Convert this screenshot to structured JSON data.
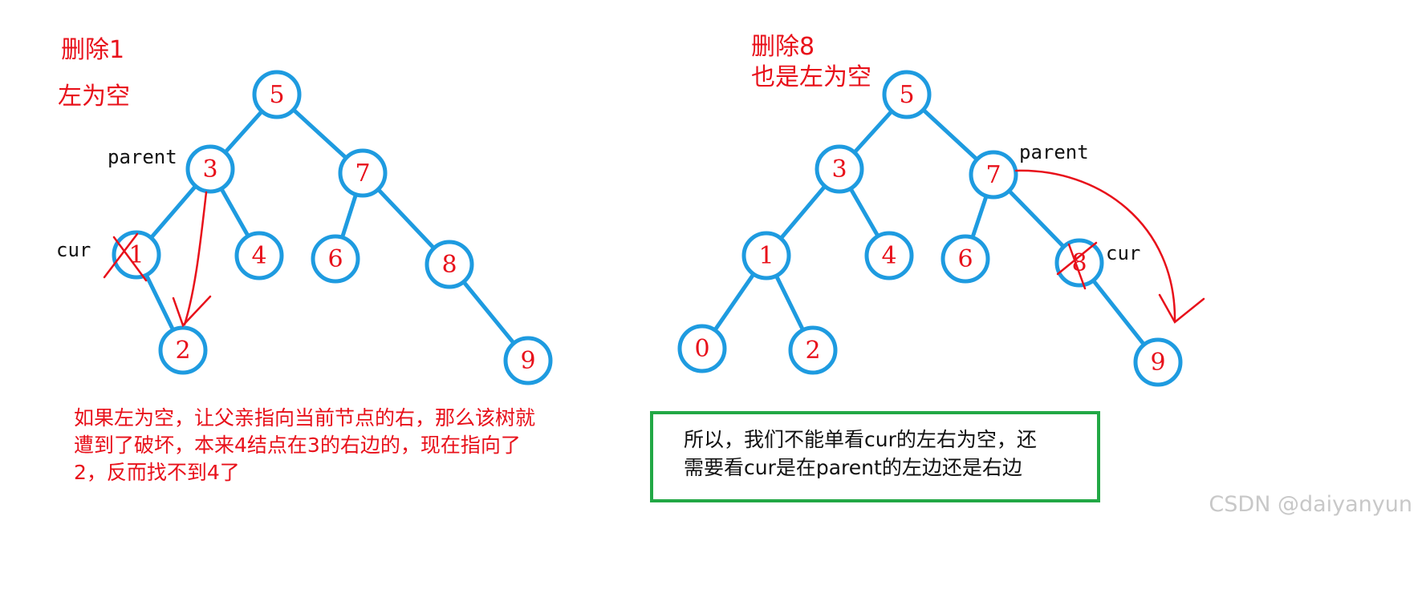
{
  "left_panel": {
    "title": "删除1",
    "subtitle": "左为空",
    "parent_label": "parent",
    "cur_label": "cur",
    "nodes": {
      "n5": "5",
      "n3": "3",
      "n7": "7",
      "n1": "1",
      "n4": "4",
      "n6": "6",
      "n8": "8",
      "n2": "2",
      "n9": "9"
    },
    "note_lines": [
      "如果左为空，让父亲指向当前节点的右，那么该树就",
      "遭到了破坏，本来4结点在3的右边的，现在指向了",
      "2，反而找不到4了"
    ]
  },
  "right_panel": {
    "title": "删除8",
    "subtitle": "也是左为空",
    "parent_label": "parent",
    "cur_label": "cur",
    "nodes": {
      "n5": "5",
      "n3": "3",
      "n7": "7",
      "n1": "1",
      "n4": "4",
      "n6": "6",
      "n8": "8",
      "n0": "0",
      "n2": "2",
      "n9": "9"
    },
    "note_lines": [
      "所以，我们不能单看cur的左右为空，还",
      "需要看cur是在parent的左边还是右边"
    ]
  },
  "watermark": "CSDN @daiyanyun",
  "colors": {
    "edge": "#1e9be0",
    "node_text": "#e8101a",
    "annotation": "#e8101a",
    "box": "#22a845"
  }
}
